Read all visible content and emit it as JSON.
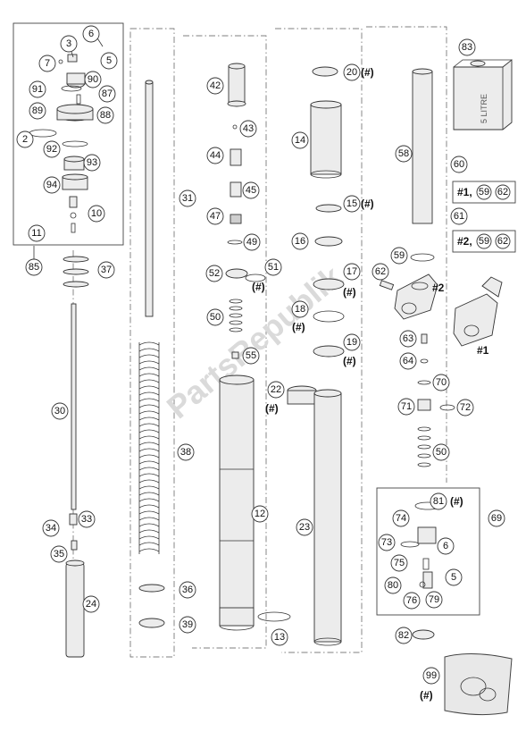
{
  "watermark": "PartsRepublik",
  "can_label": "5 LITRE",
  "labels": {
    "l83": "83",
    "l20": "20",
    "l42": "42",
    "l3": "3",
    "l6a": "6",
    "l7": "7",
    "l5a": "5",
    "l91": "91",
    "l90": "90",
    "l87": "87",
    "l89": "89",
    "l88": "88",
    "l2": "2",
    "l92": "92",
    "l93": "93",
    "l94": "94",
    "l10": "10",
    "l11": "11",
    "l85": "85",
    "l37": "37",
    "l31": "31",
    "l43": "43",
    "l14": "14",
    "l58": "58",
    "l44": "44",
    "l45": "45",
    "l60": "60",
    "l15": "15",
    "l47": "47",
    "l49": "49",
    "l16": "16",
    "l61": "61",
    "l59a": "59",
    "l52": "52",
    "l51": "51",
    "l17": "17",
    "l62": "62",
    "l18": "18",
    "l50a": "50",
    "l63": "63",
    "l19": "19",
    "l55": "55",
    "l64": "64",
    "l30": "30",
    "l22": "22",
    "l70": "70",
    "l71": "71",
    "l72": "72",
    "l38": "38",
    "l50b": "50",
    "l12": "12",
    "l23": "23",
    "l81": "81",
    "l69": "69",
    "l74": "74",
    "l73": "73",
    "l6b": "6",
    "l75": "75",
    "l5b": "5",
    "l80": "80",
    "l76": "76",
    "l79": "79",
    "l33": "33",
    "l34": "34",
    "l35": "35",
    "l24": "24",
    "l36": "36",
    "l39": "39",
    "l13": "13",
    "l82": "82",
    "l99": "99"
  },
  "notes": {
    "n20": "(#)",
    "n15": "(#)",
    "n51": "(#)",
    "n17": "(#)",
    "n18": "(#)",
    "n19": "(#)",
    "n22": "(#)",
    "n81": "(#)",
    "n99": "(#)",
    "nmark2": "#2",
    "nmark1": "#1",
    "box60_text": "#1,",
    "box60_ref_a": "59",
    "box60_ref_b": "62",
    "box61_text": "#2,",
    "box61_ref_a": "59",
    "box61_ref_b": "62"
  }
}
